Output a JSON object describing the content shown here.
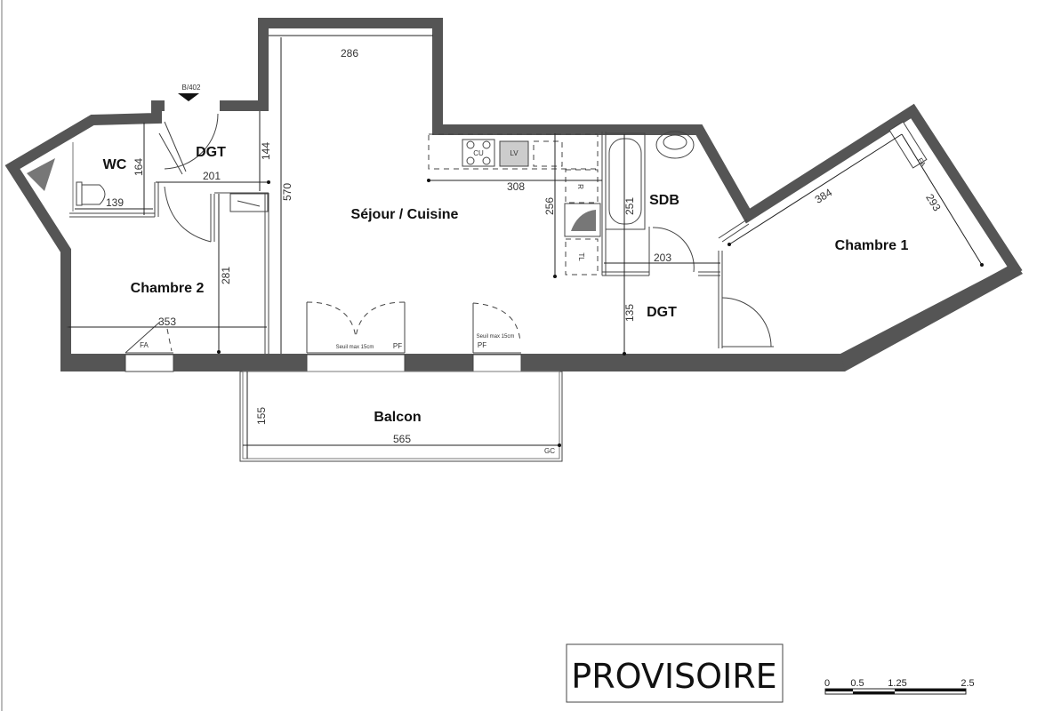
{
  "plan": {
    "unit_ref": "B/402",
    "rooms": {
      "wc": "WC",
      "dgt_entry": "DGT",
      "sejour": "Séjour / Cuisine",
      "sdb": "SDB",
      "chambre1": "Chambre 1",
      "chambre2": "Chambre 2",
      "dgt_night": "DGT",
      "balcon": "Balcon"
    },
    "dimensions": {
      "sejour_width": "286",
      "dgt_height": "144",
      "sejour_depth": "570",
      "wc_height": "164",
      "dgt_width": "201",
      "wc_width": "139",
      "ch2_height": "281",
      "ch2_width": "353",
      "kitchen_width": "308",
      "kitchen_depth": "256",
      "sdb_height": "251",
      "sdb_width": "203",
      "dgt2_height": "135",
      "ch1_width": "384",
      "ch1_depth": "293",
      "balcon_depth": "155",
      "balcon_width": "565"
    },
    "fixtures": {
      "cooktop": "CU",
      "dishwasher": "LV",
      "fridge": "R",
      "washer": "TL",
      "window_ch2": "FA",
      "window_ch1": "FA",
      "door1_sill": "Seuil max 15cm",
      "door1_type": "PF",
      "door2_sill": "Seuil max 15cm",
      "door2_type": "PF",
      "railing": "GC"
    }
  },
  "stamp": "PROVISOIRE",
  "scale_bar": {
    "labels": [
      "0",
      "0.5",
      "1.25",
      "2.5"
    ]
  }
}
